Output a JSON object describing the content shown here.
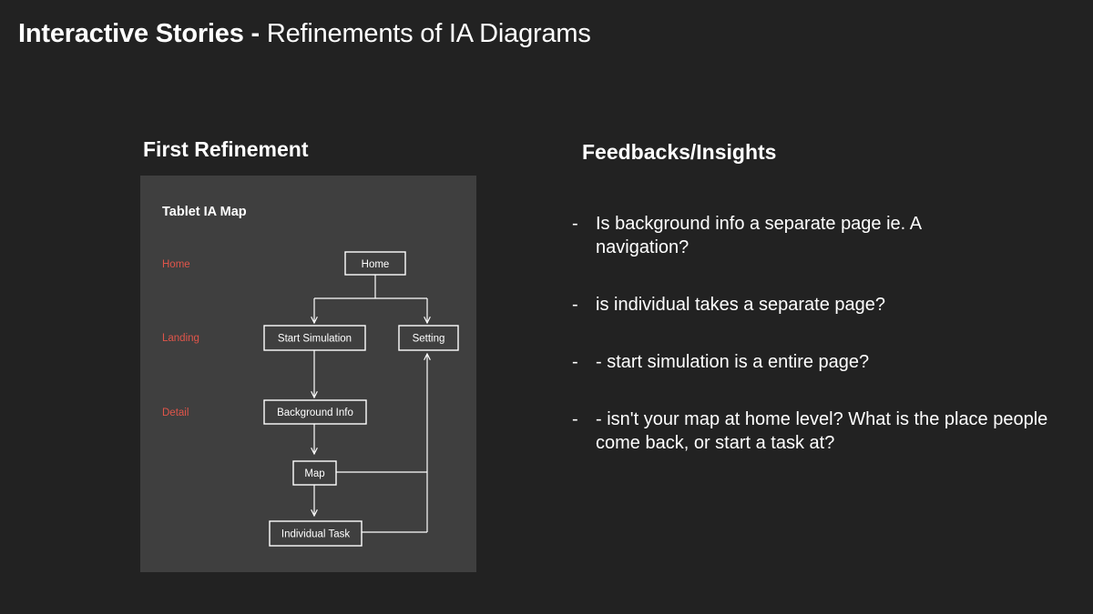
{
  "title": {
    "bold": "Interactive Stories -",
    "light": "Refinements of IA Diagrams"
  },
  "left_heading": "First Refinement",
  "right_heading": "Feedbacks/Insights",
  "diagram": {
    "title": "Tablet IA Map",
    "levels": [
      "Home",
      "Landing",
      "Detail"
    ],
    "nodes": {
      "home": "Home",
      "start_simulation": "Start Simulation",
      "setting": "Setting",
      "background_info": "Background Info",
      "map": "Map",
      "individual_task": "Individual Task"
    },
    "colors": {
      "panel": "#3f3f3f",
      "level_label": "#e0554a",
      "lines": "#ffffff"
    }
  },
  "insights": {
    "dash": "-",
    "items": [
      "Is background info a separate page ie. A navigation?",
      "is individual takes a separate page?",
      "- start simulation is a entire page?",
      "- isn't your map at home level? What is the place people come back, or start a task at?"
    ]
  }
}
